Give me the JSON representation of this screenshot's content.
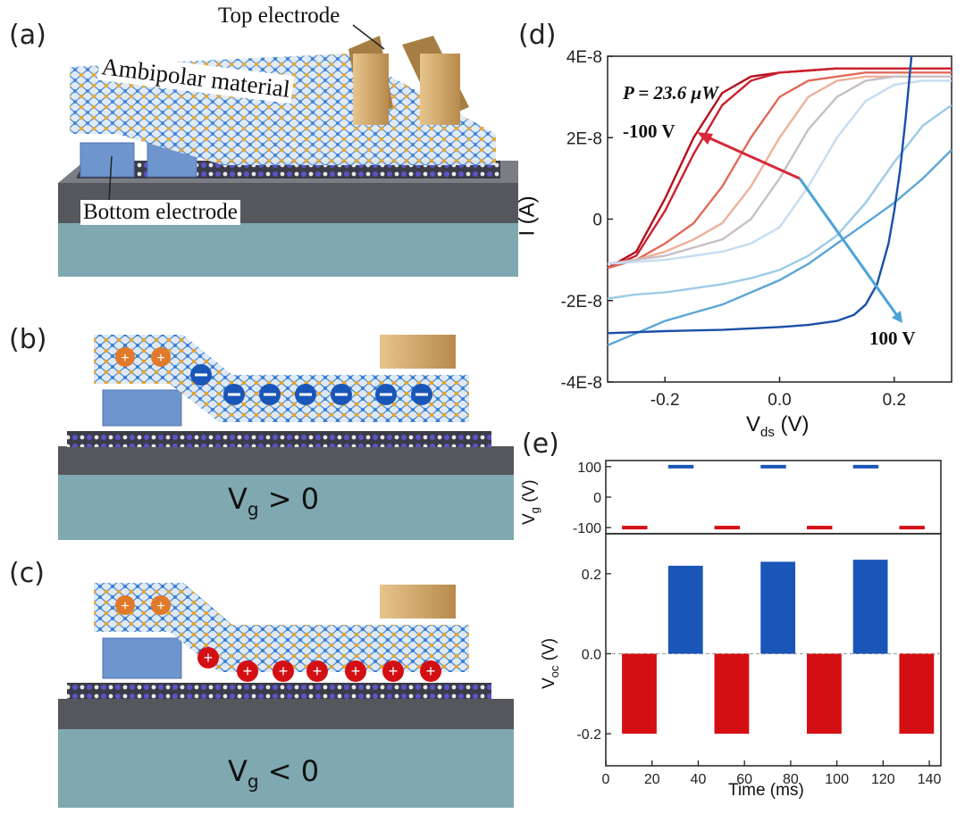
{
  "panels": {
    "a": {
      "label": "(a)",
      "top_electrode": "Top electrode",
      "material": "Ambipolar material",
      "bottom_electrode": "Bottom electrode"
    },
    "b": {
      "label": "(b)",
      "gate_v": "V",
      "gate_sub": "g",
      "gate_rel": " > 0"
    },
    "c": {
      "label": "(c)",
      "gate_v": "V",
      "gate_sub": "g",
      "gate_rel": " < 0"
    },
    "d": {
      "label": "(d)",
      "power_label": "P = 23.6 μW",
      "neg_label": "-100 V",
      "pos_label": "100 V",
      "ylabel": "I (A)",
      "xlabel_main": "V",
      "xlabel_sub": "ds",
      "xlabel_unit": " (V)",
      "y_ticks": [
        "4E-8",
        "2E-8",
        "0",
        "-2E-8",
        "-4E-8"
      ],
      "x_ticks": [
        "-0.2",
        "0.0",
        "0.2"
      ]
    },
    "e": {
      "label": "(e)",
      "top_ylabel_main": "V",
      "top_ylabel_sub": "g",
      "top_ylabel_unit": " (V)",
      "top_y_ticks": [
        "100",
        "0",
        "-100"
      ],
      "bottom_ylabel_main": "V",
      "bottom_ylabel_sub": "oc",
      "bottom_ylabel_unit": " (V)",
      "bottom_y_ticks": [
        "0.2",
        "0.0",
        "-0.2"
      ],
      "xlabel": "Time (ms)",
      "x_ticks": [
        "0",
        "20",
        "40",
        "60",
        "80",
        "100",
        "120",
        "140"
      ]
    }
  },
  "colors": {
    "positive": "#1a56b8",
    "negative": "#d40f14",
    "gold": "#c9a25e",
    "substrate": "#7fa8b0"
  },
  "chart_data": [
    {
      "type": "line",
      "title": "",
      "xlabel": "Vds (V)",
      "ylabel": "I (A)",
      "xlim": [
        -0.3,
        0.3
      ],
      "ylim": [
        -4e-08,
        4e-08
      ],
      "series": [
        {
          "color": "#b5101c",
          "x": [
            -0.3,
            -0.25,
            -0.2,
            -0.15,
            -0.1,
            -0.05,
            0,
            0.05,
            0.1,
            0.15,
            0.2,
            0.25,
            0.3
          ],
          "y": [
            -1.2e-08,
            -8e-09,
            5e-09,
            2e-08,
            3.1e-08,
            3.5e-08,
            3.6e-08,
            3.65e-08,
            3.7e-08,
            3.7e-08,
            3.7e-08,
            3.7e-08,
            3.7e-08
          ]
        },
        {
          "color": "#cc2030",
          "x": [
            -0.3,
            -0.25,
            -0.2,
            -0.15,
            -0.1,
            -0.05,
            0,
            0.05,
            0.1,
            0.15,
            0.2,
            0.25,
            0.3
          ],
          "y": [
            -1.2e-08,
            -9e-09,
            2e-09,
            1.6e-08,
            2.8e-08,
            3.4e-08,
            3.6e-08,
            3.65e-08,
            3.7e-08,
            3.7e-08,
            3.7e-08,
            3.7e-08,
            3.7e-08
          ]
        },
        {
          "color": "#e06a5a",
          "x": [
            -0.3,
            -0.25,
            -0.2,
            -0.15,
            -0.1,
            -0.05,
            0,
            0.05,
            0.1,
            0.15,
            0.2,
            0.25,
            0.3
          ],
          "y": [
            -1.2e-08,
            -1e-08,
            -6e-09,
            -1e-09,
            8e-09,
            2e-08,
            3e-08,
            3.4e-08,
            3.5e-08,
            3.6e-08,
            3.6e-08,
            3.6e-08,
            3.6e-08
          ]
        },
        {
          "color": "#eeb09a",
          "x": [
            -0.3,
            -0.25,
            -0.2,
            -0.15,
            -0.1,
            -0.05,
            0,
            0.05,
            0.1,
            0.15,
            0.2,
            0.25,
            0.3
          ],
          "y": [
            -1.1e-08,
            -1e-08,
            -8e-09,
            -5e-09,
            -1e-09,
            8e-09,
            2e-08,
            3e-08,
            3.4e-08,
            3.5e-08,
            3.5e-08,
            3.5e-08,
            3.5e-08
          ]
        },
        {
          "color": "#c8bfc6",
          "x": [
            -0.3,
            -0.25,
            -0.2,
            -0.15,
            -0.1,
            -0.05,
            0,
            0.05,
            0.1,
            0.15,
            0.2,
            0.25,
            0.3
          ],
          "y": [
            -1.1e-08,
            -1e-08,
            -9e-09,
            -7e-09,
            -5e-09,
            0.0,
            1e-08,
            2.2e-08,
            3e-08,
            3.4e-08,
            3.5e-08,
            3.5e-08,
            3.5e-08
          ]
        },
        {
          "color": "#c6dcf0",
          "x": [
            -0.3,
            -0.25,
            -0.2,
            -0.15,
            -0.1,
            -0.05,
            0,
            0.05,
            0.1,
            0.15,
            0.2,
            0.25,
            0.3
          ],
          "y": [
            -1.1e-08,
            -1.05e-08,
            -1e-08,
            -9e-09,
            -8e-09,
            -6e-09,
            -2e-09,
            8e-09,
            2e-08,
            2.9e-08,
            3.3e-08,
            3.4e-08,
            3.4e-08
          ]
        },
        {
          "color": "#9ccbe6",
          "x": [
            -0.3,
            -0.25,
            -0.2,
            -0.15,
            -0.1,
            -0.05,
            0,
            0.05,
            0.1,
            0.15,
            0.2,
            0.25,
            0.3
          ],
          "y": [
            -1.95e-08,
            -1.85e-08,
            -1.8e-08,
            -1.7e-08,
            -1.6e-08,
            -1.45e-08,
            -1.25e-08,
            -9e-09,
            -4e-09,
            4e-09,
            1.4e-08,
            2.3e-08,
            2.8e-08
          ]
        },
        {
          "color": "#5ba6d8",
          "x": [
            -0.3,
            -0.25,
            -0.2,
            -0.15,
            -0.1,
            -0.05,
            0,
            0.05,
            0.1,
            0.15,
            0.2,
            0.25,
            0.3
          ],
          "y": [
            -3.1e-08,
            -2.8e-08,
            -2.5e-08,
            -2.3e-08,
            -2.1e-08,
            -1.8e-08,
            -1.5e-08,
            -1.1e-08,
            -6e-09,
            -1e-09,
            4e-09,
            1e-08,
            1.7e-08
          ]
        },
        {
          "color": "#1a4fa8",
          "x": [
            -0.3,
            -0.2,
            -0.1,
            0,
            0.05,
            0.1,
            0.13,
            0.15,
            0.17,
            0.19,
            0.2,
            0.21,
            0.22,
            0.23
          ],
          "y": [
            -2.8e-08,
            -2.75e-08,
            -2.72e-08,
            -2.65e-08,
            -2.6e-08,
            -2.5e-08,
            -2.35e-08,
            -2.1e-08,
            -1.6e-08,
            -6e-09,
            2e-09,
            1.2e-08,
            2.5e-08,
            4e-08
          ]
        }
      ],
      "annotations": [
        {
          "text": "-100 V",
          "arrow": "toward upper-left"
        },
        {
          "text": "100 V",
          "arrow": "toward lower-right"
        },
        {
          "text": "P = 23.6 μW"
        }
      ]
    },
    {
      "type": "line",
      "title": "",
      "ylabel": "Vg (V)",
      "xlim": [
        0,
        145
      ],
      "ylim": [
        -120,
        120
      ],
      "series": [
        {
          "color": "#1a56b8",
          "segments": [
            [
              27,
              38,
              100
            ],
            [
              67,
              78,
              100
            ],
            [
              107,
              118,
              100
            ]
          ]
        },
        {
          "color": "#d40f14",
          "segments": [
            [
              7,
              18,
              -100
            ],
            [
              47,
              58,
              -100
            ],
            [
              87,
              98,
              -100
            ],
            [
              127,
              138,
              -100
            ]
          ]
        }
      ]
    },
    {
      "type": "bar",
      "title": "",
      "xlabel": "Time (ms)",
      "ylabel": "Voc (V)",
      "xlim": [
        0,
        145
      ],
      "ylim": [
        -0.28,
        0.3
      ],
      "bars": [
        {
          "x0": 7,
          "x1": 22,
          "value": -0.2,
          "color": "#d40f14"
        },
        {
          "x0": 27,
          "x1": 42,
          "value": 0.22,
          "color": "#1a56b8"
        },
        {
          "x0": 47,
          "x1": 62,
          "value": -0.2,
          "color": "#d40f14"
        },
        {
          "x0": 67,
          "x1": 82,
          "value": 0.23,
          "color": "#1a56b8"
        },
        {
          "x0": 87,
          "x1": 102,
          "value": -0.2,
          "color": "#d40f14"
        },
        {
          "x0": 107,
          "x1": 122,
          "value": 0.235,
          "color": "#1a56b8"
        },
        {
          "x0": 127,
          "x1": 142,
          "value": -0.2,
          "color": "#d40f14"
        }
      ]
    }
  ]
}
